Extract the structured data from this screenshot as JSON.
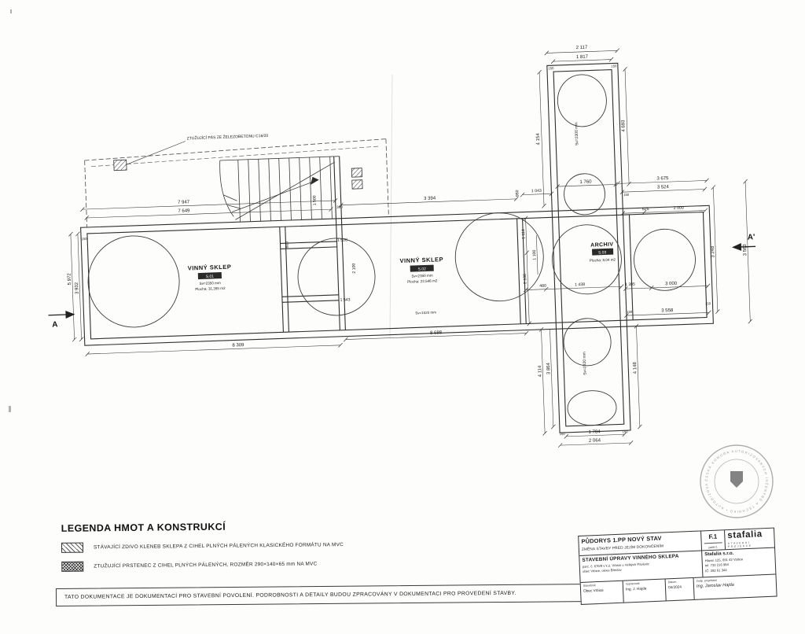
{
  "drawing": {
    "rooms": {
      "room1": {
        "name": "VINNÝ SKLEP",
        "code": "S.01",
        "height": "Sv=2350 mm",
        "area": "Plocha: 31,265 m2"
      },
      "room2": {
        "name": "VINNÝ SKLEP",
        "code": "S.02",
        "height": "Sv=2350 mm",
        "area": "Plocha: 22,546 m2"
      },
      "room3": {
        "name": "ARCHIV",
        "code": "S.03",
        "area": "Plocha: 8,04 m2"
      }
    },
    "labels": {
      "sv_top": "Sv=2300 mm",
      "sv_bottom": "Sv=2320 mm",
      "sv_mid": "Sv=1020 mm",
      "beam_note": "ZTUŽUJÍCÍ PÁS ZE ŽELEZOBETONU C16/20",
      "section_left": "A",
      "section_right": "A'"
    },
    "dims": {
      "top_outer": "2 117",
      "top_inner": "1 817",
      "corridor_left": "4 154",
      "corridor_right": "4 693",
      "tl_outer": "7 947",
      "tl_inner": "7 649",
      "left_outer": "5 972",
      "left_inner": "3 932",
      "bottom_left": "8 309",
      "bottom_mid": "8 688",
      "mid_top": "3 394",
      "v1500": "1 500",
      "v600": "600",
      "v2100": "2 100",
      "d1528": "1 528",
      "d1543": "1 543",
      "d300": "300",
      "v1114": "1 114",
      "v1100": "1 100",
      "d480": "480",
      "d1438": "1 438",
      "d1043": "1 043",
      "d950": "950",
      "d1760": "1 760",
      "rt_outer": "3 675",
      "rt_inner": "3 524",
      "d625": "625",
      "d2000": "2 000",
      "right_outer": "3 563",
      "right_inner": "3 248",
      "d1385": "1 385",
      "d3000": "3 000",
      "d3558": "3 558",
      "bc_left_outer": "4 114",
      "bc_left_inner": "3 864",
      "bc_right": "4 148",
      "bc_inner": "1 784",
      "bc_outer": "2 064",
      "d150": "150"
    }
  },
  "stamp": {
    "ring_text": "ČESKÁ KOMORA AUTORIZOVANÝCH INŽENÝRŮ A TECHNIKŮ • AUTORIZOVANÝ INŽENÝR •"
  },
  "legend": {
    "title": "LEGENDA HMOT A KONSTRUKCÍ",
    "item1": "STÁVAJÍCÍ ZDIVO KLENEB SKLEPA Z CIHEL PLNÝCH PÁLENÝCH KLASICKÉHO FORMÁTU NA MVC",
    "item2": "ZTUŽUJÍCÍ PRSTENEC Z CIHEL PLNÝCH PÁLENÝCH, ROZMĚR 290×140×65 mm NA MVC"
  },
  "footer_note": "TATO DOKUMENTACE JE DOKUMENTACÍ PRO STAVEBNÍ POVOLENÍ. PODROBNOSTI A DETAILY BUDOU ZPRACOVÁNY V DOKUMENTACI PRO PROVEDENÍ STAVBY.",
  "titleblock": {
    "title": "PŮDORYS 1.PP NOVÝ STAV",
    "subtitle": "ZMĚNA STAVBY PŘED JEJÍM DOKONČENÍM",
    "sheet": "F.1",
    "pare": "paré č.",
    "logo": "stafalia",
    "tagline": "STAVEBNÍ PROJEKCE",
    "project": "STAVEBNÍ ÚPRAVY VINNÉHO SKLEPA",
    "project_line1": "parc. č. 676/9 v k.ú. Vrbice u Velkých Pavlovic",
    "project_line2": "obec Vrbice, okres Břeclav",
    "company": "Stafalia s.r.o.",
    "company_line1": "Hlavní 125, 691 42 Valtice",
    "company_line2": "tel. 732 216 984",
    "company_line3": "IČ: 282 61 344",
    "cells": [
      {
        "label": "Stavebník",
        "value": "Obec Vrbice"
      },
      {
        "label": "Vypracoval",
        "value": "Ing. J. Hajda"
      },
      {
        "label": "Datum",
        "value": "04/2024"
      },
      {
        "label": "Zodp. projektant",
        "value": "Ing. Jaroslav Hajda"
      }
    ]
  }
}
